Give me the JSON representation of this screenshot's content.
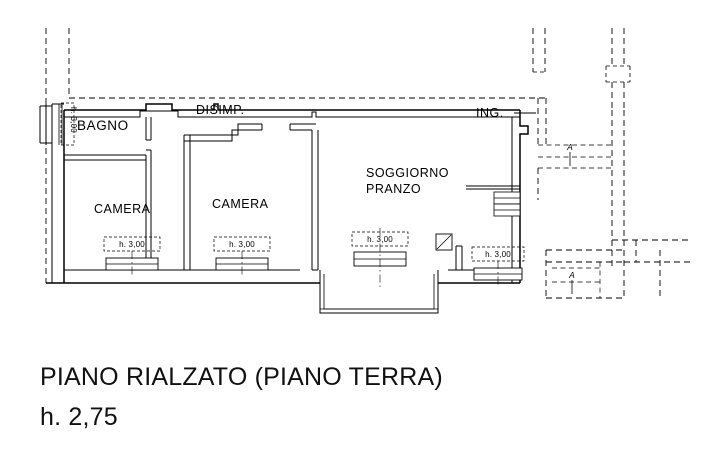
{
  "document": {
    "type": "architectural-floor-plan",
    "language": "it"
  },
  "caption": {
    "line1": "PIANO RIALZATO (PIANO TERRA)",
    "line2": "h. 2,75"
  },
  "rooms": [
    {
      "id": "bagno",
      "label": "BAGNO"
    },
    {
      "id": "disimp",
      "label": "DISIMP."
    },
    {
      "id": "camera-1",
      "label": "CAMERA"
    },
    {
      "id": "camera-2",
      "label": "CAMERA"
    },
    {
      "id": "soggiorno",
      "label_line1": "SOGGIORNO",
      "label_line2": "PRANZO"
    },
    {
      "id": "ingresso",
      "label": "ING."
    }
  ],
  "openings": [
    {
      "id": "window-bagno",
      "label": "h. 3,00",
      "orientation": "vertical"
    },
    {
      "id": "window-camera-1",
      "label": "h. 3,00",
      "orientation": "horizontal"
    },
    {
      "id": "window-camera-2",
      "label": "h. 3,00",
      "orientation": "horizontal"
    },
    {
      "id": "window-soggiorno",
      "label": "h. 3,00",
      "orientation": "horizontal"
    },
    {
      "id": "window-soggiorno-2",
      "label": "h. 3,00",
      "orientation": "horizontal"
    }
  ],
  "section_marks": [
    {
      "id": "section-a-upper",
      "label": "A"
    },
    {
      "id": "section-a-lower",
      "label": "A"
    }
  ],
  "colors": {
    "ink": "#000000",
    "paper": "#ffffff"
  }
}
